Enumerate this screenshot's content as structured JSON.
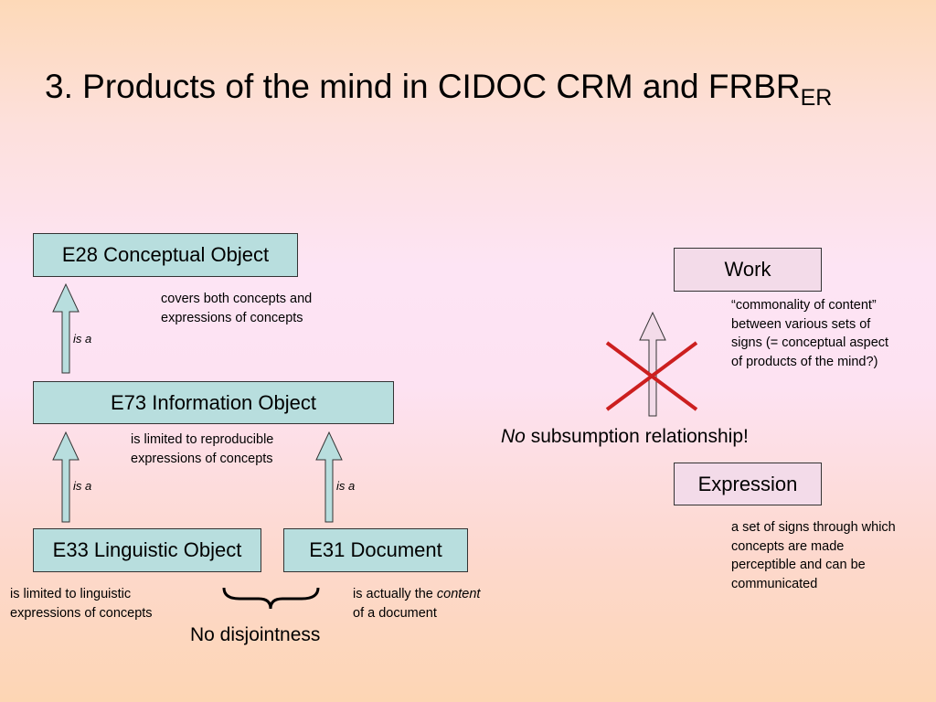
{
  "slide": {
    "title_main": "3. Products of the mind in CIDOC CRM and FRBR",
    "title_sub": "ER"
  },
  "crm": {
    "e28": "E28 Conceptual Object",
    "e73": "E73 Information Object",
    "e33": "E33 Linguistic Object",
    "e31": "E31 Document",
    "isa_label": "is a",
    "note_e28": [
      "covers both concepts and",
      "expressions of concepts"
    ],
    "note_e73": [
      "is limited to reproducible",
      "expressions of concepts"
    ],
    "note_e33": [
      "is limited to linguistic",
      "expressions of concepts"
    ],
    "note_e31_prefix": "is actually the ",
    "note_e31_emph": "content",
    "note_e31_line2": "of a document",
    "disjoint": "No disjointness"
  },
  "frbr": {
    "work": "Work",
    "expression": "Expression",
    "note_work": [
      "“commonality of content”",
      "between various sets of",
      "signs (= conceptual aspect",
      "of products of the mind?)"
    ],
    "note_expression": [
      "a set of signs through which",
      "concepts are made",
      "perceptible and can be",
      "communicated"
    ],
    "subsumption_emph": "No",
    "subsumption_rest": " subsumption relationship!"
  },
  "colors": {
    "teal_box": "#b8dede",
    "pink_box": "#f3dbe9",
    "cross": "#cc1f1f"
  }
}
